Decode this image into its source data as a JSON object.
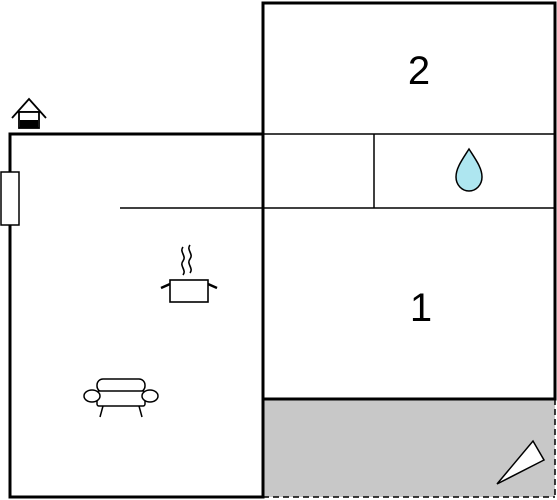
{
  "floor_plan": {
    "rooms": [
      {
        "id": "bedroom-2",
        "label": "2"
      },
      {
        "id": "bedroom-1",
        "label": "1"
      }
    ],
    "icons": [
      "house-entrance-icon",
      "water-drop-icon",
      "cooking-pot-icon",
      "sofa-icon",
      "compass-icon",
      "door-icon"
    ],
    "colors": {
      "wall": "#000000",
      "terrace": "#c8c8c8",
      "water": "#aee6f0",
      "background": "#ffffff"
    }
  }
}
